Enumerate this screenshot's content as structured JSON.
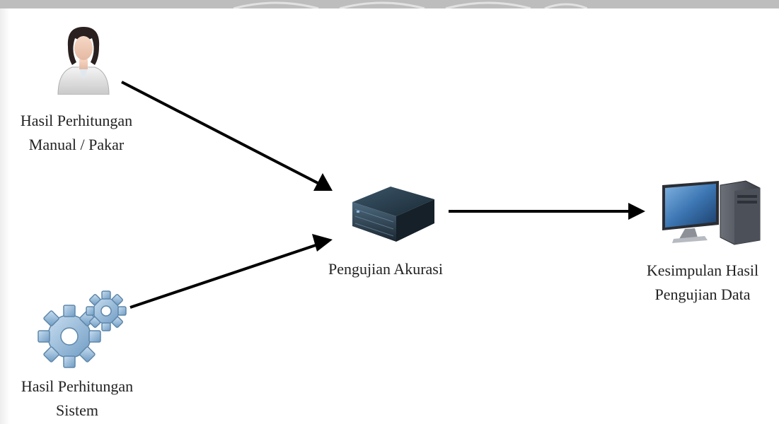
{
  "nodes": {
    "manual": {
      "line1": "Hasil Perhitungan",
      "line2": "Manual / Pakar",
      "icon": "person-icon"
    },
    "system": {
      "line1": "Hasil Perhitungan",
      "line2": "Sistem",
      "icon": "gears-icon"
    },
    "testing": {
      "line1": "Pengujian Akurasi",
      "icon": "server-icon"
    },
    "conclusion": {
      "line1": "Kesimpulan Hasil",
      "line2": "Pengujian Data",
      "icon": "computer-icon"
    }
  },
  "edges": [
    {
      "from": "manual",
      "to": "testing"
    },
    {
      "from": "system",
      "to": "testing"
    },
    {
      "from": "testing",
      "to": "conclusion"
    }
  ],
  "colors": {
    "arrow": "#000000",
    "gear": "#8fb6d6",
    "server": "#2c3b48",
    "monitor_screen": "#3f7fbf",
    "tower": "#4a4f57"
  }
}
